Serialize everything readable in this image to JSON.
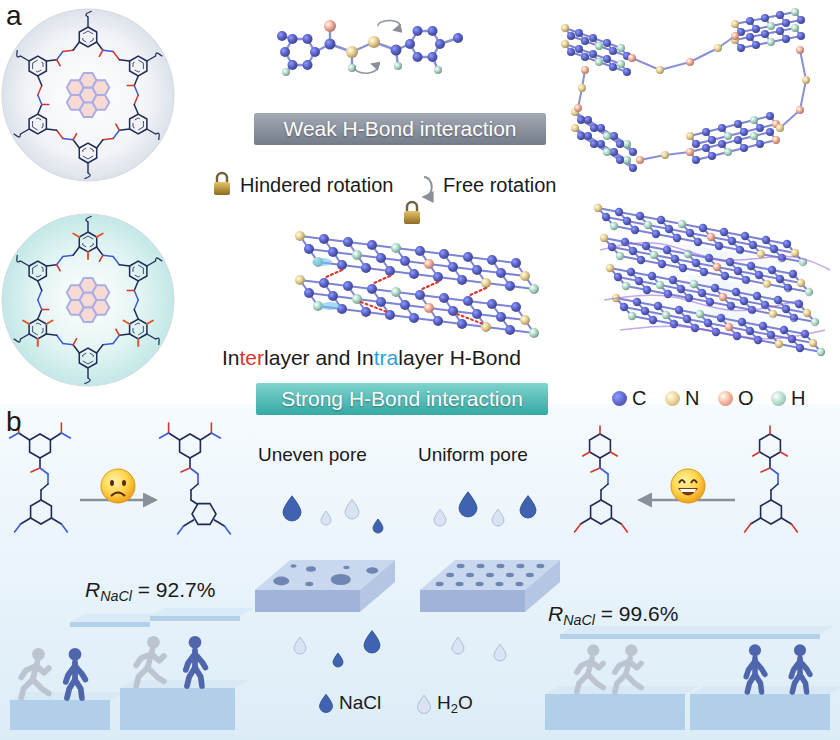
{
  "diagram": {
    "nodes": [
      {
        "text": [
          "Weak H-Bond interaction"
        ]
      },
      {
        "text": [
          "Strong H-Bond interaction"
        ]
      }
    ],
    "labels": [
      "a",
      "Hindered rotation",
      "Free rotation",
      "Interlayer and Intralayer H-Bond",
      "b",
      "RNaCl = 92.7%",
      "Uneven pore",
      "Uniform pore",
      "RNaCl = 99.6%"
    ],
    "legend": [
      {
        "text": "C",
        "color": "#5a62c8"
      },
      {
        "text": "N",
        "color": "#e7cd8f"
      },
      {
        "text": "O",
        "color": "#f1aa95"
      },
      {
        "text": "H",
        "color": "#aad8c5"
      },
      {
        "text": "NaCl"
      },
      {
        "text": "H2O"
      }
    ]
  }
}
